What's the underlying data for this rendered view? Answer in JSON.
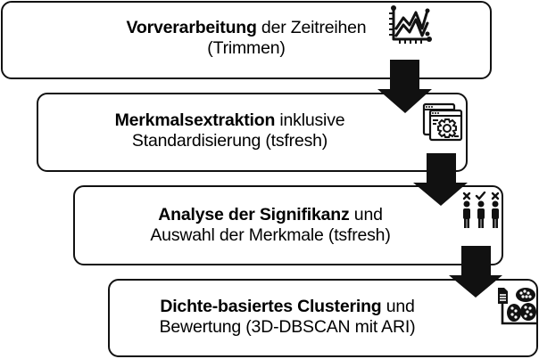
{
  "diagram": {
    "steps": [
      {
        "bold": "Vorverarbeitung",
        "line1_rest": " der Zeitreihen",
        "line2": "(Trimmen)",
        "icon": "line-chart-icon"
      },
      {
        "bold": "Merkmalsextraktion",
        "line1_rest": " inklusive",
        "line2": "Standardisierung (tsfresh)",
        "icon": "settings-window-icon"
      },
      {
        "bold": "Analyse der Signifikanz",
        "line1_rest": " und",
        "line2": "Auswahl der Merkmale (tsfresh)",
        "icon": "people-selection-icon"
      },
      {
        "bold": "Dichte-basiertes Clustering",
        "line1_rest": " und",
        "line2": "Bewertung (3D-DBSCAN mit ARI)",
        "icon": "cluster-report-icon"
      }
    ],
    "colors": {
      "border": "#111111",
      "arrow": "#111111",
      "background": "#ffffff"
    }
  }
}
